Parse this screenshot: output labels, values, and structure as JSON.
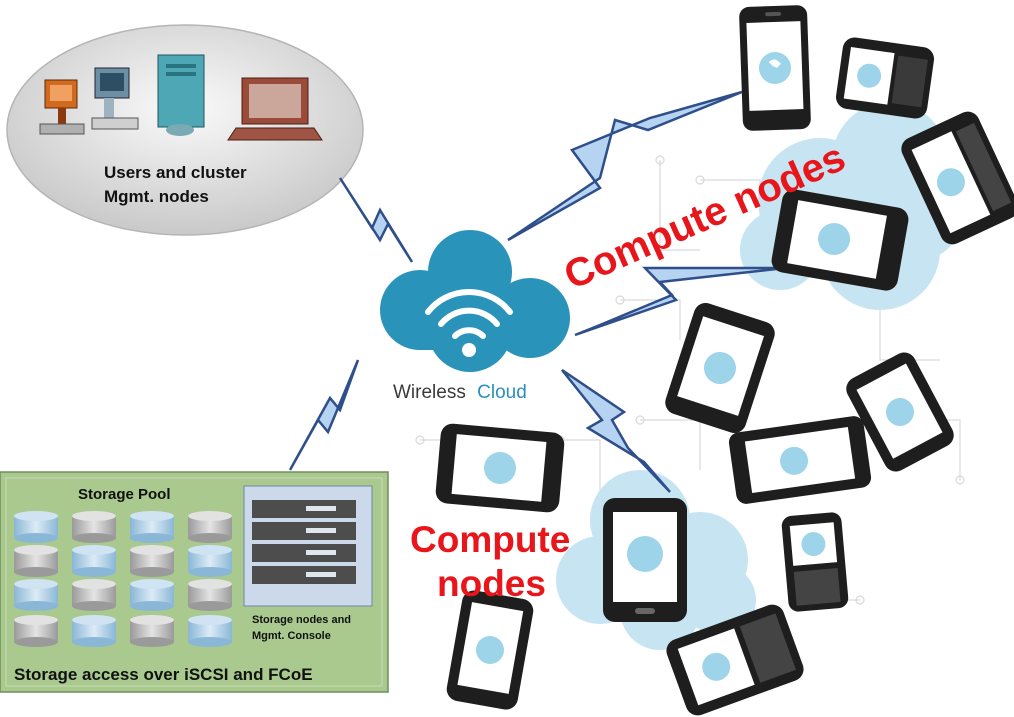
{
  "users_cluster": {
    "line1": "Users and cluster",
    "line2": "Mgmt. nodes"
  },
  "wireless_cloud": {
    "word1": "Wireless",
    "word2": "Cloud"
  },
  "compute_label_top": "Compute nodes",
  "compute_label_bottom": {
    "line1": "Compute",
    "line2": "nodes"
  },
  "storage": {
    "title": "Storage Pool",
    "console_line1": "Storage nodes and",
    "console_line2": "Mgmt. Console",
    "footer": "Storage access over iSCSI and FCoE"
  },
  "colors": {
    "cloud": "#2a93b9",
    "bolt": "#b7d3f2",
    "bolt_stroke": "#2f4f8a",
    "label_red": "#e8151a",
    "storage_bg": "#a9c98f",
    "phone_screen": "#9ed4ea",
    "backdrop_cloud": "#c7e4f3"
  },
  "icons": {
    "cloud": "wifi-cloud-icon",
    "phone_apps": [
      "phone-call-icon",
      "chat-icon",
      "mail-icon",
      "wifi-icon",
      "rss-icon",
      "user-icon",
      "document-icon"
    ]
  }
}
